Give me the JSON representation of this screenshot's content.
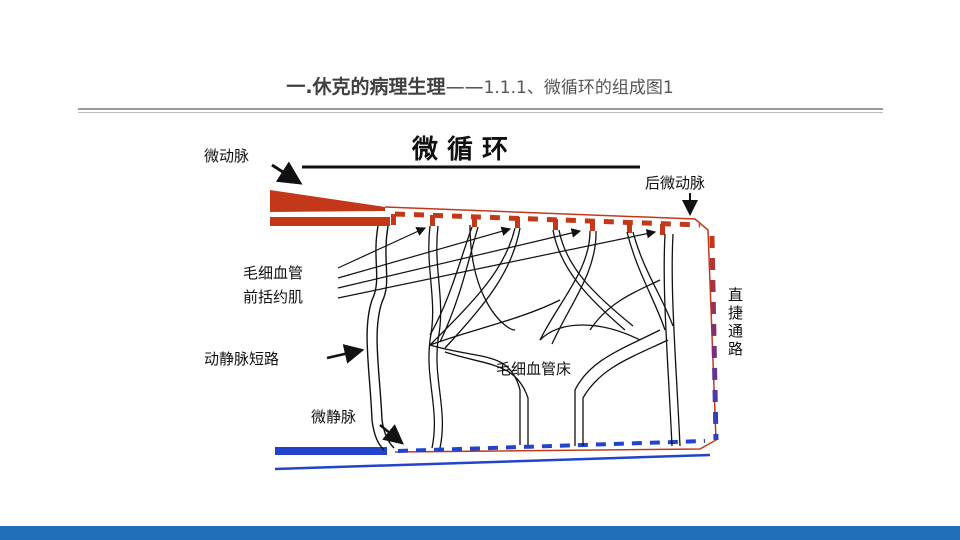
{
  "slide": {
    "title_bold": "一.休克的病理生理",
    "title_dash": "——",
    "title_rest": "1.1.1、微循环的组成图1"
  },
  "diagram": {
    "heading": "微    循    环",
    "labels": {
      "arteriole": "微动脉",
      "metarteriole": "后微动脉",
      "precap_line1": "毛细血管",
      "precap_line2": "前括约肌",
      "thoroughfare": [
        "直",
        "捷",
        "通",
        "路"
      ],
      "av_shunt": "动静脉短路",
      "cap_bed": "毛细血管床",
      "venule": "微静脉"
    },
    "colors": {
      "artery": "#c4381a",
      "vein": "#2244cc",
      "vessel_outline": "#111111"
    }
  },
  "footer": {
    "color": "#1f6fb8"
  }
}
